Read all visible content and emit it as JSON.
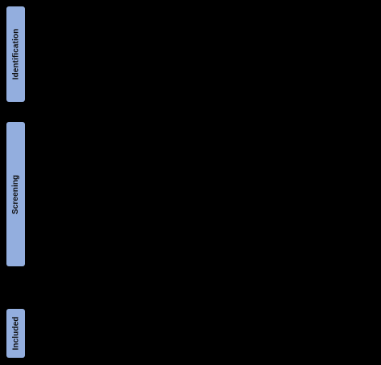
{
  "colors": {
    "background": "#000000",
    "stage_fill": "#93aede",
    "stage_text": "#0d0d0d"
  },
  "stages": {
    "identification": {
      "label": "Identification"
    },
    "screening": {
      "label": "Screening"
    },
    "included": {
      "label": "Included"
    }
  }
}
